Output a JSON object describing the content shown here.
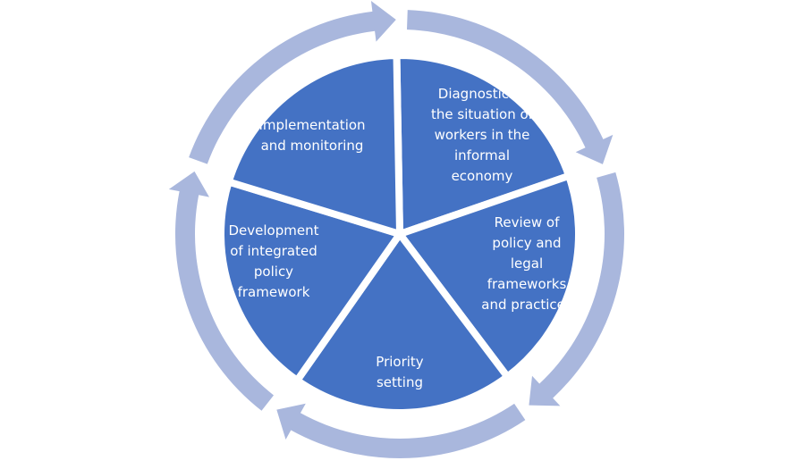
{
  "colors": {
    "segment_fill": "#4472C4",
    "ring_arrow": "#A9B7DD",
    "separator": "#ffffff",
    "label_text": "#ffffff"
  },
  "segments": [
    {
      "id": "diagnostic",
      "lines": [
        "Diagnostic of",
        "the situation of",
        "workers in the",
        "informal",
        "economy"
      ]
    },
    {
      "id": "review",
      "lines": [
        "Review of",
        "policy and",
        "legal",
        "frameworks",
        "and practices"
      ]
    },
    {
      "id": "priority",
      "lines": [
        "Priority",
        "setting"
      ]
    },
    {
      "id": "development",
      "lines": [
        "Development",
        "of integrated",
        "policy",
        "framework"
      ]
    },
    {
      "id": "implementation",
      "lines": [
        "Implementation",
        "and monitoring"
      ]
    }
  ]
}
